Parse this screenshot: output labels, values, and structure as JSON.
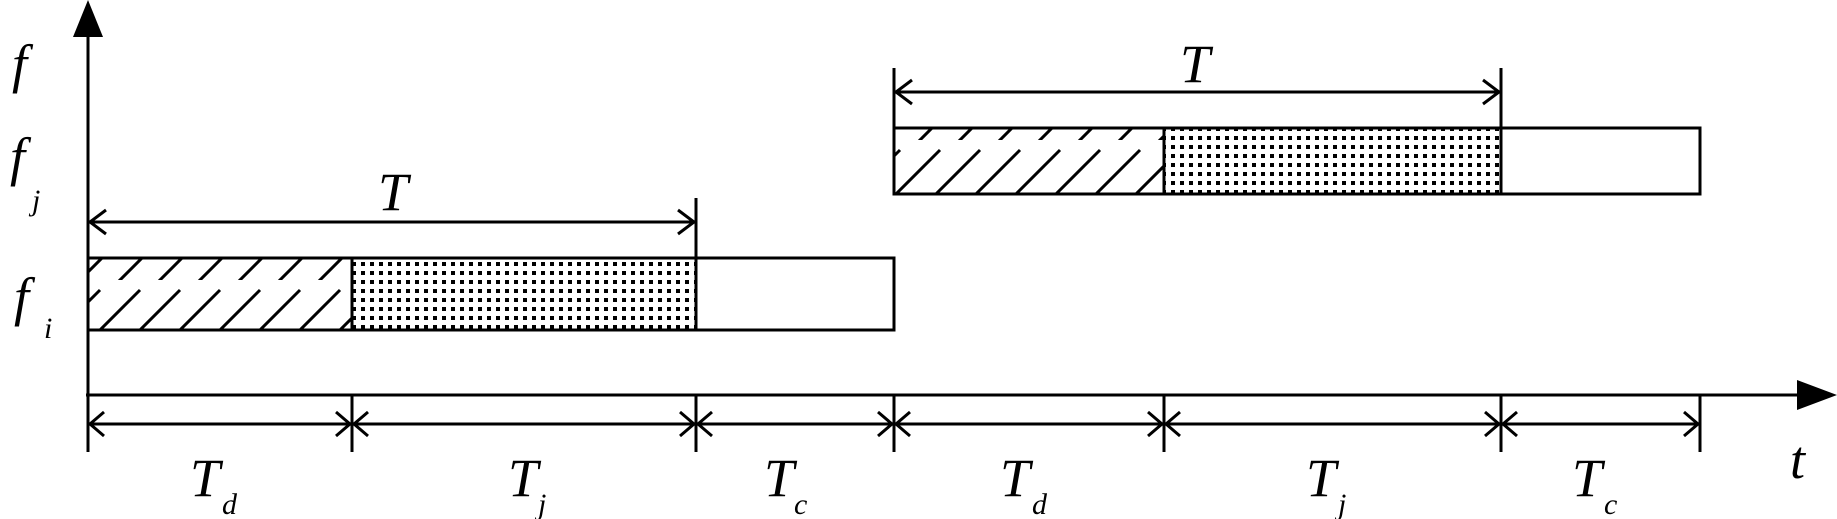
{
  "axes": {
    "y_label": "f",
    "x_label": "t"
  },
  "rows": [
    {
      "main": "f",
      "sub": "j"
    },
    {
      "main": "f",
      "sub": "i"
    }
  ],
  "periods": [
    {
      "label": "T"
    },
    {
      "label": "T"
    }
  ],
  "segments": [
    {
      "main": "T",
      "sub": "d"
    },
    {
      "main": "T",
      "sub": "j"
    },
    {
      "main": "T",
      "sub": "c"
    },
    {
      "main": "T",
      "sub": "d"
    },
    {
      "main": "T",
      "sub": "j"
    },
    {
      "main": "T",
      "sub": "c"
    }
  ]
}
